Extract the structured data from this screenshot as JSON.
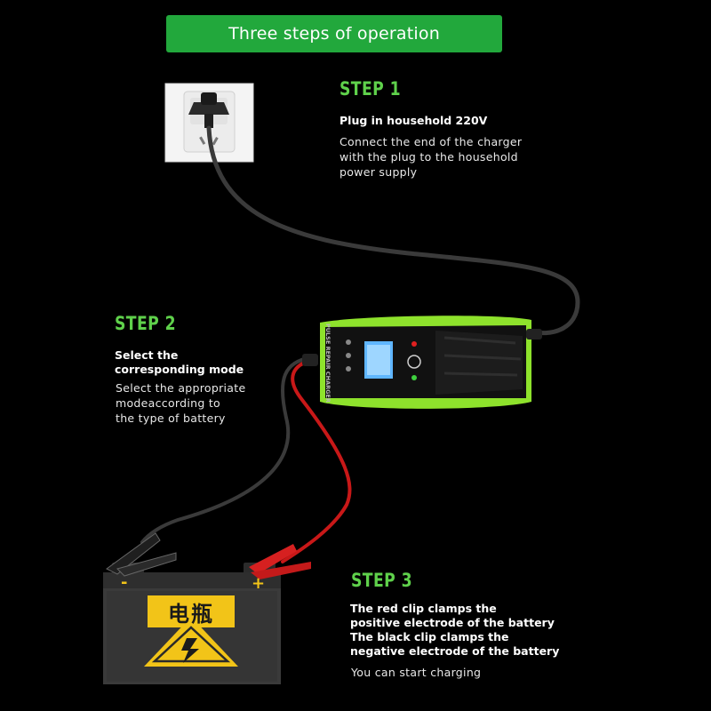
{
  "banner": {
    "title": "Three steps of operation"
  },
  "steps": [
    {
      "title": "STEP 1",
      "subtitle_lines": [
        "Plug in household 220V"
      ],
      "body_lines": [
        "Connect the end of the charger",
        "with the plug to the household",
        "power supply"
      ]
    },
    {
      "title": "STEP 2",
      "subtitle_lines": [
        "Select the",
        "corresponding mode"
      ],
      "body_lines": [
        "Select the appropriate",
        "modeaccording to",
        "the type of battery"
      ]
    },
    {
      "title": "STEP 3",
      "subtitle_lines": [
        "The red clip clamps the",
        "positive electrode of the battery",
        "The black clip clamps the",
        "negative electrode of the battery"
      ],
      "body_lines": [
        "You can start charging"
      ]
    }
  ],
  "charger": {
    "label": "PULSE REPAIR CHARGER"
  },
  "battery": {
    "label": "电瓶",
    "minus": "-",
    "plus": "+"
  },
  "colors": {
    "accent_green": "#5fd14b",
    "banner_green": "#22a83c",
    "charger_green": "#8ee22c",
    "battery_yellow": "#f2c418",
    "clip_red": "#d62020"
  },
  "icons": [
    "wall-socket-icon",
    "lightning-warning-icon"
  ]
}
